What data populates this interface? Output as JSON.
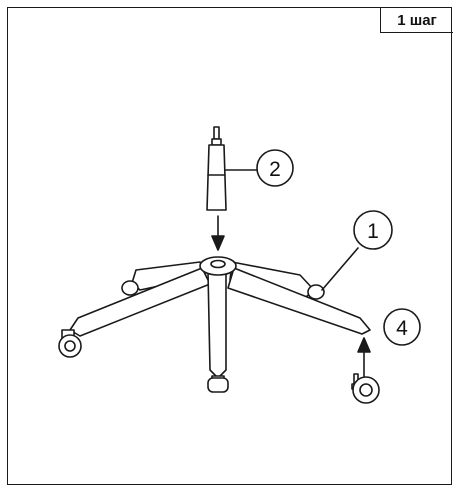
{
  "step": {
    "label": "1 шаг"
  },
  "callouts": [
    {
      "id": "1",
      "label": "1",
      "part": "base"
    },
    {
      "id": "2",
      "label": "2",
      "part": "gas-lift"
    },
    {
      "id": "4",
      "label": "4",
      "part": "caster"
    }
  ],
  "colors": {
    "line": "#1a1a1a",
    "fill": "#ffffff",
    "frame": "#1a1a1a"
  }
}
